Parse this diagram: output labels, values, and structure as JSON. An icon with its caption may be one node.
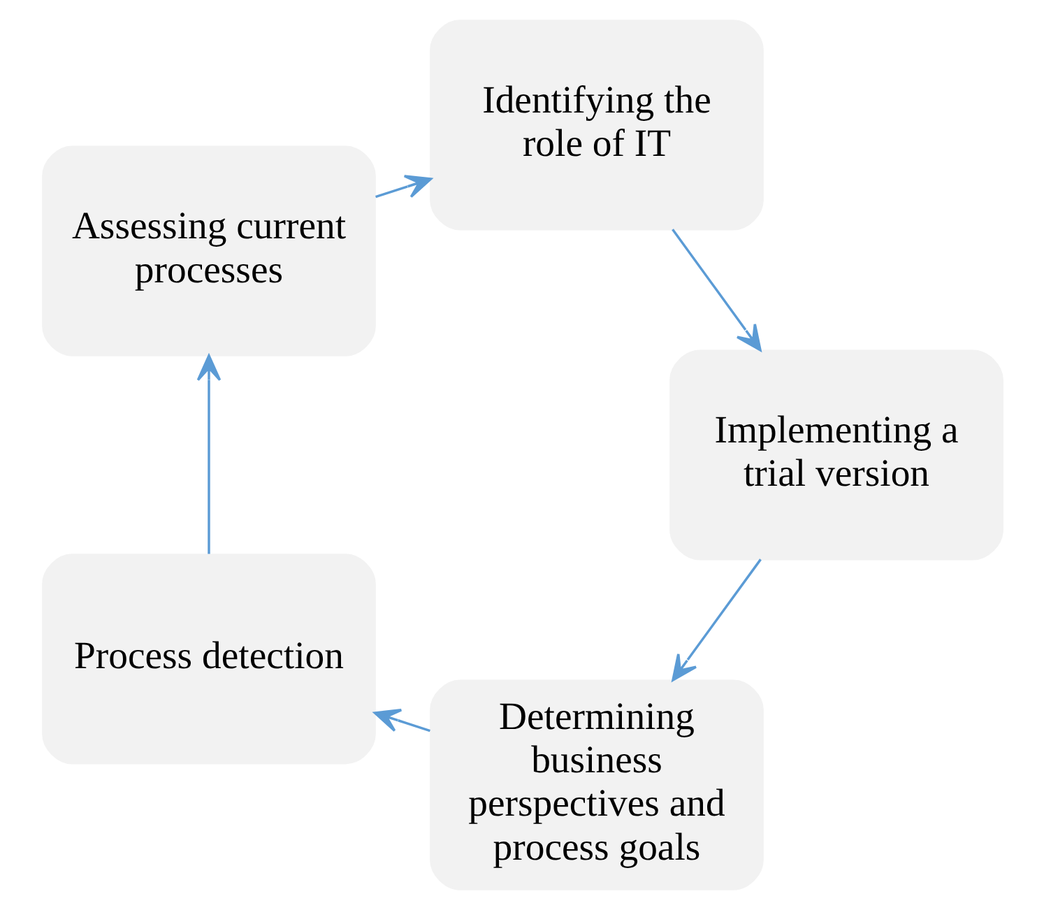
{
  "diagram": {
    "nodes": [
      {
        "text": [
          "Determining business perspectives and process goals"
        ]
      },
      {
        "text": [
          "Implementing a trial version"
        ]
      },
      {
        "text": [
          "Process detection"
        ]
      },
      {
        "text": [
          "Identifying the role of IT"
        ]
      },
      {
        "text": [
          "Assessing current processes"
        ]
      }
    ],
    "edges": [
      {
        "from": 0,
        "to": 2,
        "arrow": "to"
      },
      {
        "from": 2,
        "to": 4,
        "arrow": "to"
      },
      {
        "from": 4,
        "to": 3,
        "arrow": "to"
      },
      {
        "from": 3,
        "to": 1,
        "arrow": "to"
      },
      {
        "from": 1,
        "to": 0,
        "arrow": "to"
      }
    ]
  }
}
